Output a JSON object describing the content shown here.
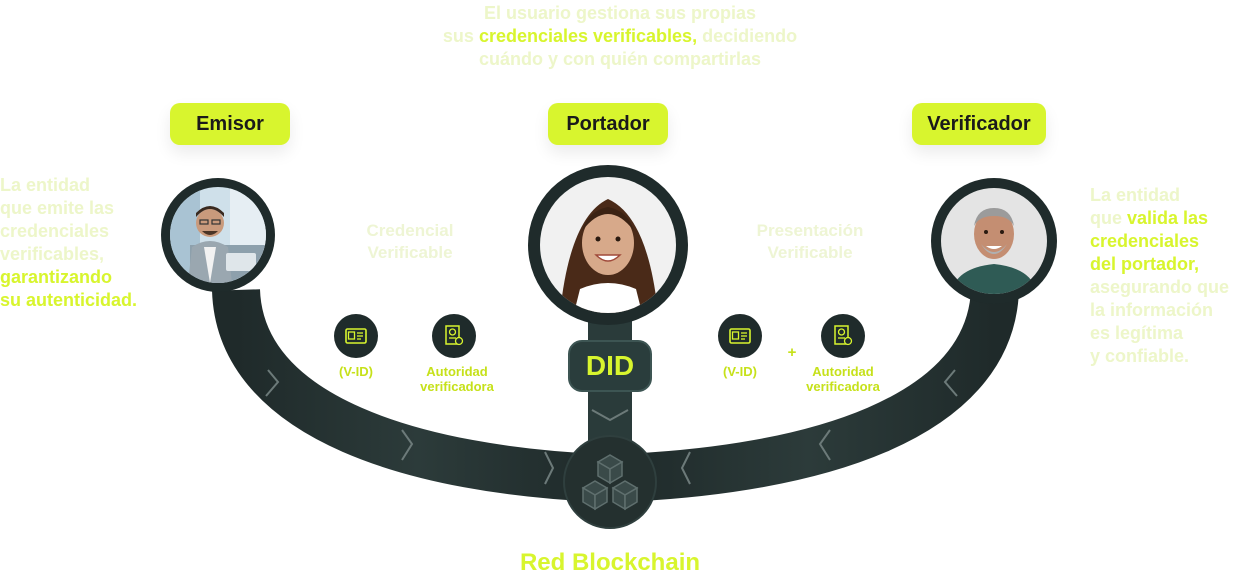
{
  "top_text": {
    "line1": "El usuario gestiona sus propias",
    "line2_pre": "sus ",
    "line2_highlight": "credenciales verificables,",
    "line2_post": " decidiendo",
    "line3": "cuándo y con quién compartirlas"
  },
  "roles": {
    "issuer": "Emisor",
    "holder": "Portador",
    "verifier": "Verificador"
  },
  "issuer_desc": {
    "faint": [
      "La entidad",
      "que emite las",
      "credenciales",
      "verificables,"
    ],
    "bold": [
      "garantizando",
      "su autenticidad."
    ]
  },
  "verifier_desc": {
    "faint_1": [
      "La entidad"
    ],
    "faint_inline": "que ",
    "bold_inline": "valida las",
    "bold": [
      "credenciales",
      "del portador,"
    ],
    "faint_2": [
      "asegurando que",
      "la información",
      "es legítima",
      "y confiable."
    ]
  },
  "labels": {
    "left_mid": [
      "Credencial",
      "Verificable"
    ],
    "right_mid": [
      "Presentación",
      "Verificable"
    ]
  },
  "icons": {
    "vid_left": "(V-ID)",
    "auth_left": [
      "Autoridad",
      "verificadora"
    ],
    "vid_right": "(V-ID)",
    "plus": "+",
    "auth_right": [
      "Autoridad",
      "verificadora"
    ]
  },
  "did": "DID",
  "blockchain_label": "Red Blockchain",
  "colors": {
    "accent": "#d8f52e",
    "dark": "#1f2b2b",
    "track": "#253231"
  }
}
